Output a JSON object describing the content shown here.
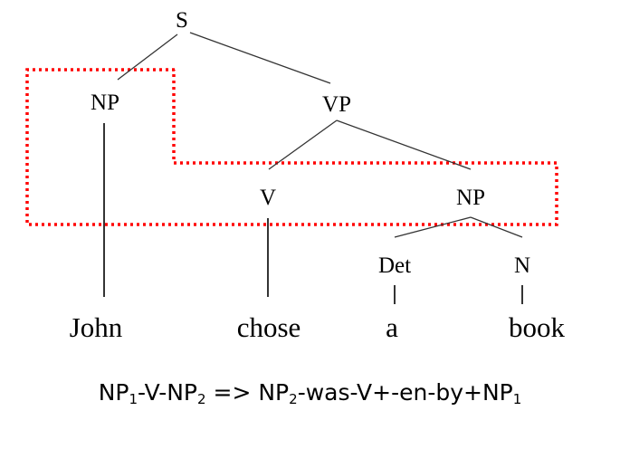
{
  "tree": {
    "nodes": {
      "s": "S",
      "np_subject": "NP",
      "vp": "VP",
      "v": "V",
      "np_object": "NP",
      "det": "Det",
      "n": "N"
    },
    "leaves": {
      "john": "John",
      "chose": "chose",
      "a": "a",
      "book": "book"
    },
    "highlight_color": "#ff0000"
  },
  "rule": {
    "np1_base": "NP",
    "np1_sub": "1",
    "sep1": "-V-",
    "np2_base": "NP",
    "np2_sub": "2",
    "arrow": " => ",
    "np2b_base": "NP",
    "np2b_sub": "2",
    "middle": "-was-V+-en-by+",
    "np1b_base": "NP",
    "np1b_sub": "1"
  }
}
